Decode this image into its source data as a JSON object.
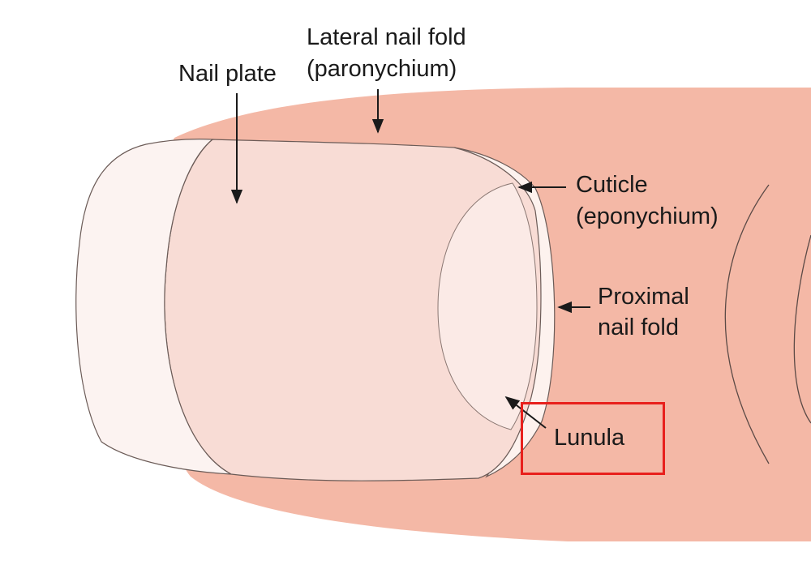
{
  "labels": {
    "nail_plate": "Nail plate",
    "lateral_nail_fold_line1": "Lateral nail fold",
    "lateral_nail_fold_line2": "(paronychium)",
    "cuticle_line1": "Cuticle",
    "cuticle_line2": "(eponychium)",
    "proximal_nail_fold_line1": "Proximal",
    "proximal_nail_fold_line2": "nail fold",
    "lunula": "Lunula"
  },
  "colors": {
    "skin": "#f4b8a6",
    "nail_plate": "#f8dcd5",
    "free_edge": "#fcf3f1",
    "lunula": "#fbeae6",
    "outline": "#6b5b57",
    "highlight_box": "#e8201c",
    "text": "#1a1a1a"
  }
}
